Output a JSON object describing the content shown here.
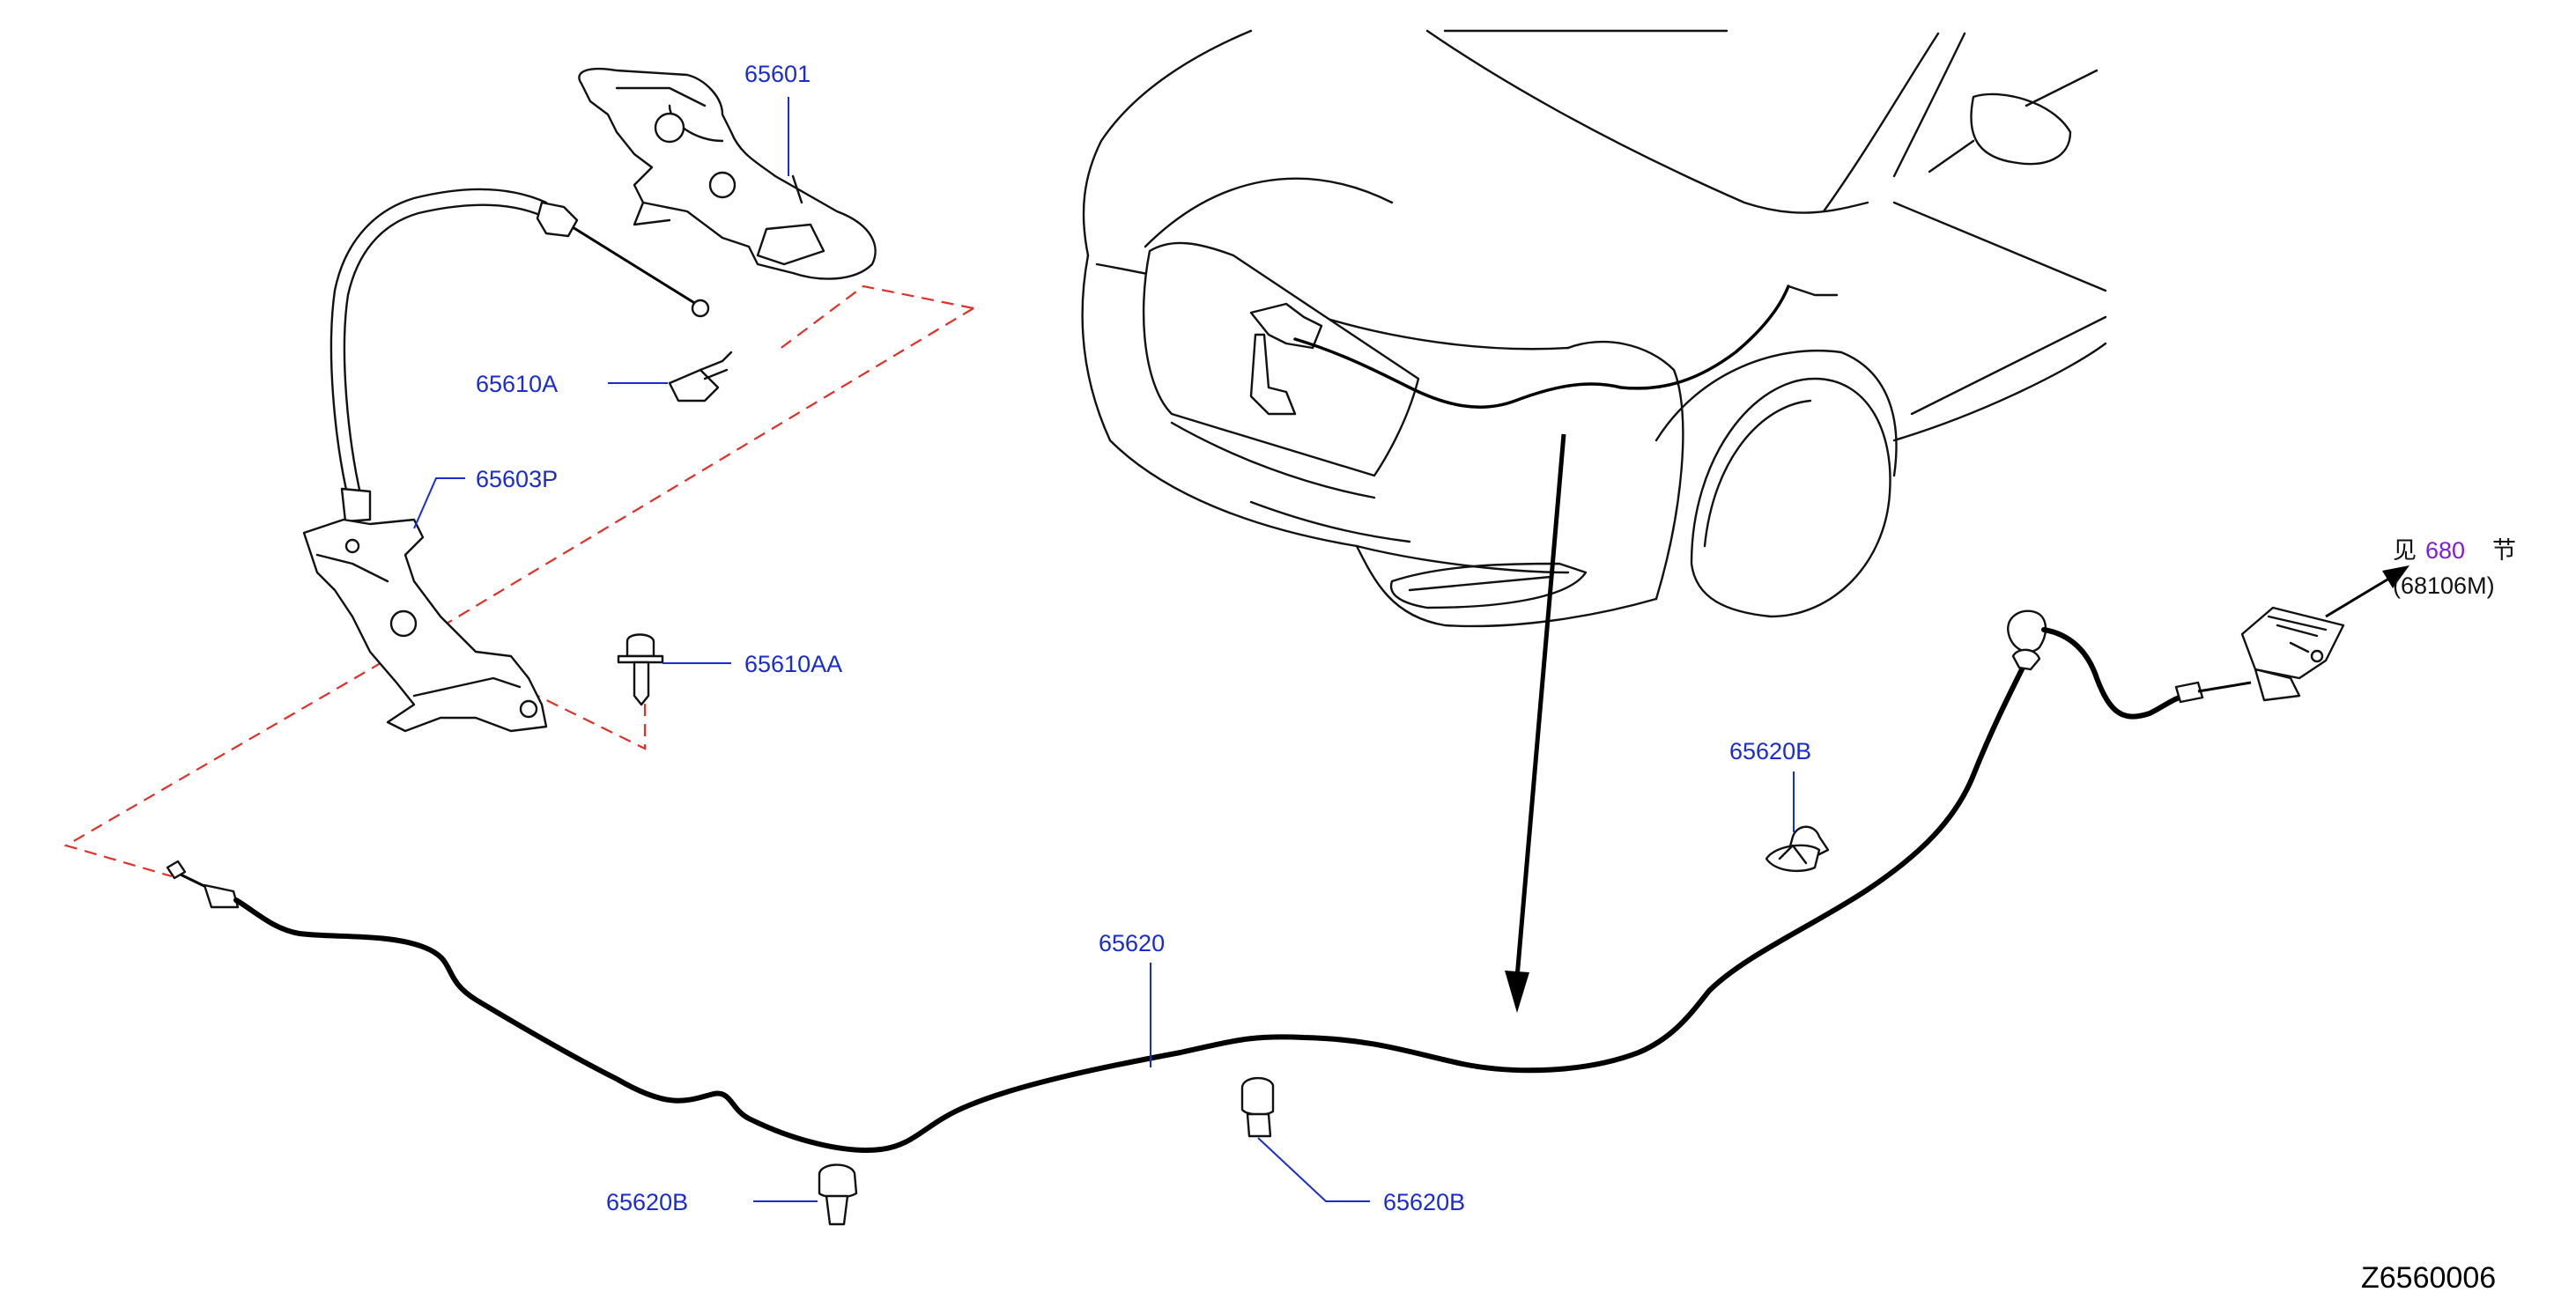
{
  "diagram": {
    "id": "Z6560006",
    "parts": {
      "hood_lock": "65601",
      "bolt_a": "65610A",
      "lock_bracket": "65603P",
      "bolt_aa": "65610AA",
      "cable": "65620",
      "clip_upper_right": "65620B",
      "clip_bottom_left": "65620B",
      "clip_bottom_center": "65620B"
    },
    "reference": {
      "prefix": "见",
      "section": "680",
      "suffix": "节",
      "part": "(68106M)"
    }
  },
  "colors": {
    "label": "#1a2ccf",
    "reference_number": "#7a1fd6",
    "dashed_line": "#e0302a",
    "outline": "#111111"
  }
}
